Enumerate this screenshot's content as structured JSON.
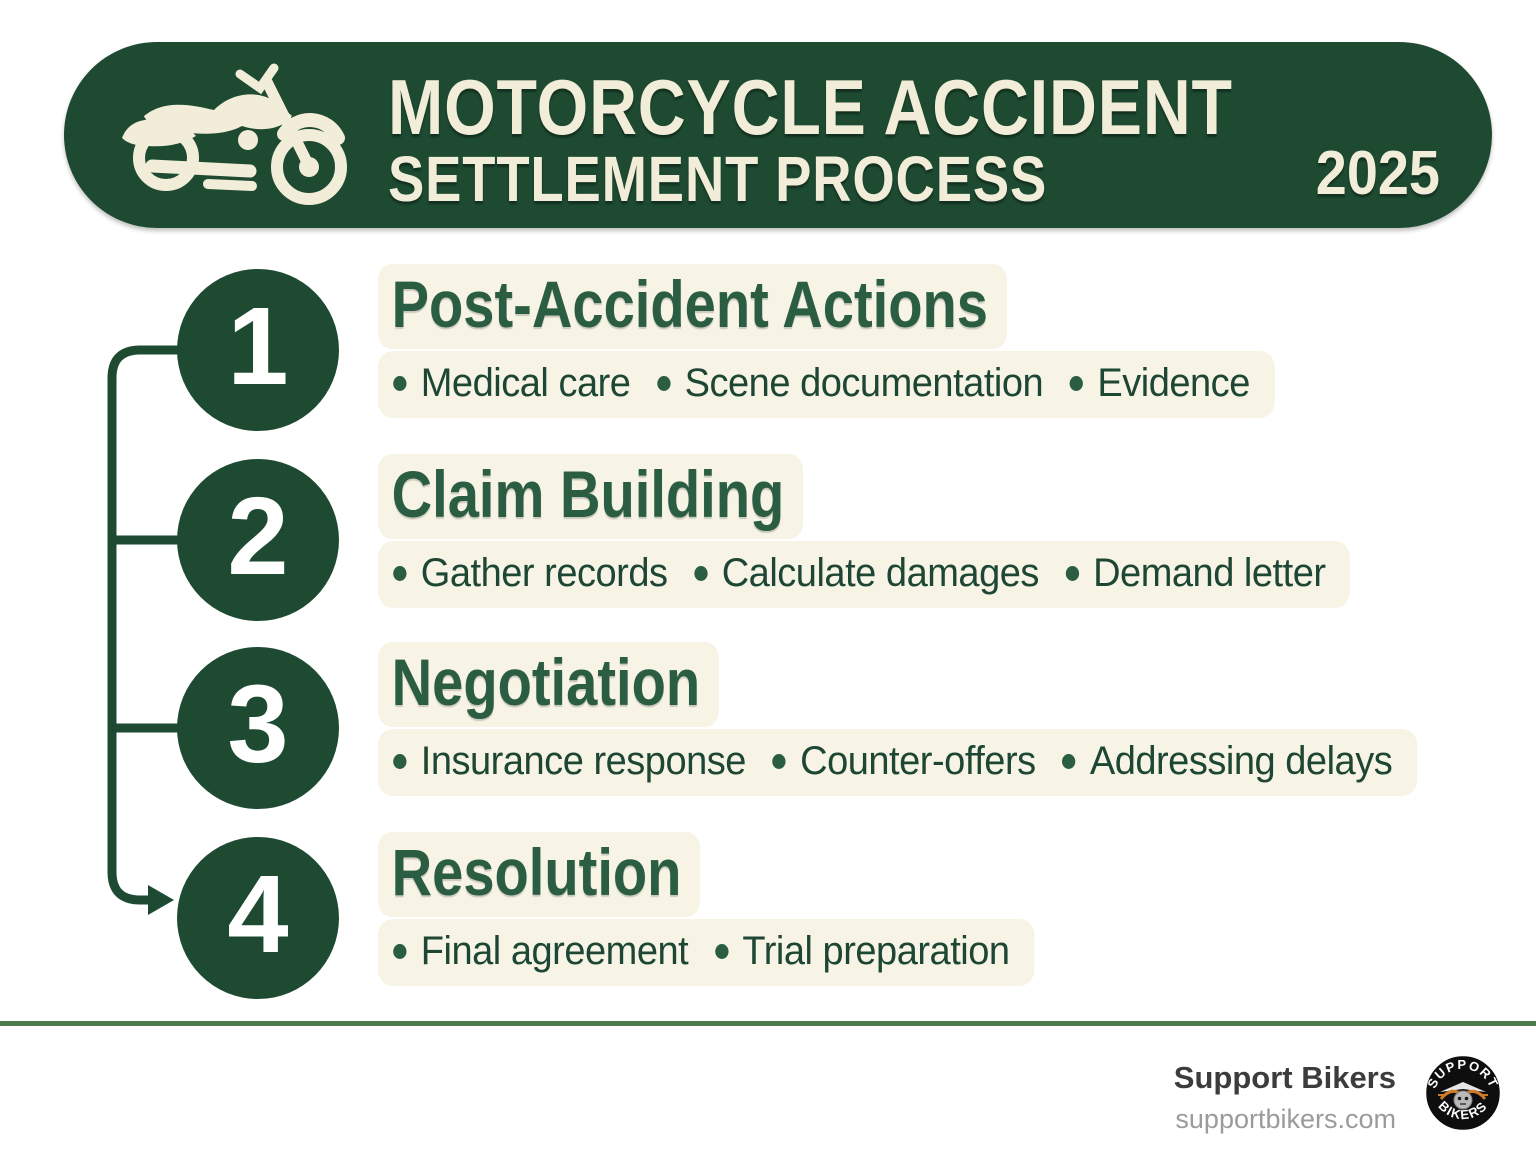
{
  "header": {
    "title_line1": "MOTORCYCLE ACCIDENT",
    "title_line2": "SETTLEMENT PROCESS",
    "year": "2025"
  },
  "steps": [
    {
      "number": "1",
      "title": "Post-Accident Actions",
      "bullets": [
        "Medical care",
        "Scene documentation",
        "Evidence"
      ]
    },
    {
      "number": "2",
      "title": "Claim Building",
      "bullets": [
        "Gather records",
        "Calculate damages",
        "Demand letter"
      ]
    },
    {
      "number": "3",
      "title": "Negotiation",
      "bullets": [
        "Insurance response",
        "Counter-offers",
        "Addressing delays"
      ]
    },
    {
      "number": "4",
      "title": "Resolution",
      "bullets": [
        "Final agreement",
        "Trial preparation"
      ]
    }
  ],
  "footer": {
    "brand": "Support Bikers",
    "website": "supportbikers.com",
    "logo": {
      "top_text": "SUPPORT",
      "bottom_text": "BIKERS"
    }
  },
  "colors": {
    "primary_green": "#1d4a31",
    "title_green": "#2a5d41",
    "bullet_text_green": "#1e4634",
    "cream_background": "#f7f4e6",
    "banner_text_cream": "#f2edd8",
    "divider_green": "#4f7b51",
    "logo_orange": "#cf7a28"
  }
}
